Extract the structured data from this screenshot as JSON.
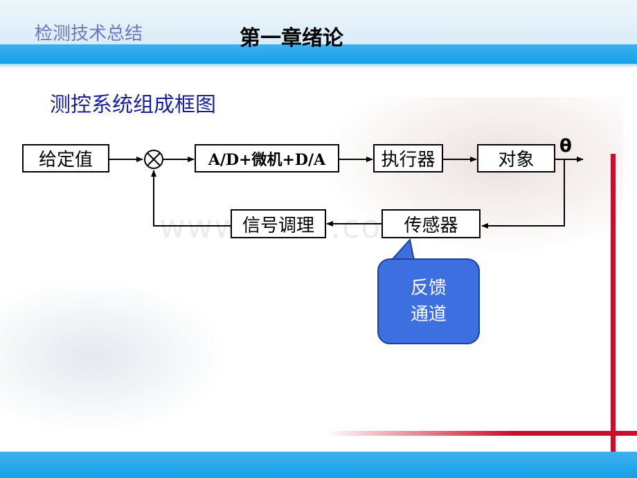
{
  "header": {
    "course_title": "检测技术总结",
    "chapter_title": "第一章绪论"
  },
  "subtitle": "测控系统组成框图",
  "diagram": {
    "blocks": {
      "setpoint": "给定值",
      "controller": "A/D+微机+D/A",
      "actuator": "执行器",
      "object": "对象",
      "signal_conditioning": "信号调理",
      "sensor": "传感器"
    },
    "output_label": "θ",
    "summing_junction": "⊗",
    "callout_lines": [
      "反馈",
      "通道"
    ]
  },
  "watermark": "www.zixin.com.cn",
  "colors": {
    "accent_blue": "#14a0e6",
    "callout_blue": "#3d6fe0",
    "subtitle_blue": "#1a1f9c",
    "accent_red": "#c8102e"
  }
}
